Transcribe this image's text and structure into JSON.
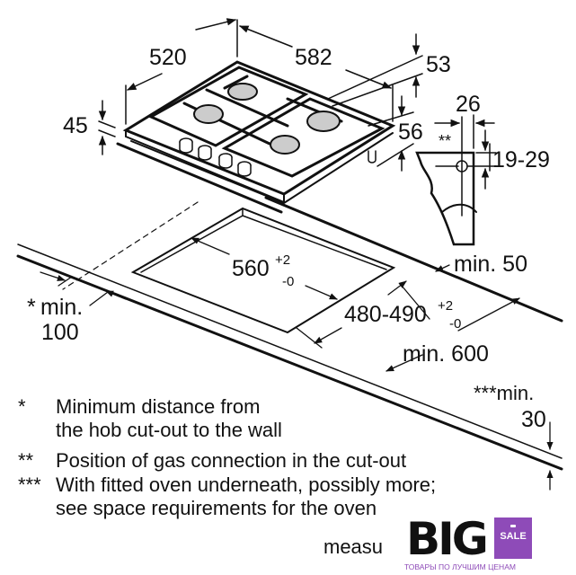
{
  "dimensions": {
    "width_520": "520",
    "depth_582": "582",
    "height_53": "53",
    "height_45": "45",
    "height_56": "56",
    "gas_26": "26",
    "gas_marker": "**",
    "gas_19_29": "19-29",
    "cutout_width": "560",
    "cutout_width_tol_plus": "+2",
    "cutout_width_tol_minus": "-0",
    "cutout_depth": "480-490",
    "cutout_depth_tol_plus": "+2",
    "cutout_depth_tol_minus": "-0",
    "min_50": "min. 50",
    "min_600": "min. 600",
    "min_100_prefix": "*",
    "min_100_line1": "min.",
    "min_100_line2": "100",
    "min_30_line1": "***min.",
    "min_30_line2": "30"
  },
  "notes": [
    {
      "marker": "*",
      "line1": "Minimum distance from",
      "line2": "the hob cut-out to the wall"
    },
    {
      "marker": "**",
      "line1": "Position of gas connection in the cut-out"
    },
    {
      "marker": "***",
      "line1": "With fitted oven underneath, possibly more;",
      "line2": "see space requirements for the oven"
    },
    {
      "marker": "",
      "line1": "measu"
    }
  ],
  "watermark": {
    "brand": "BIG",
    "badge": "SALE",
    "tagline": "ТОВАРЫ ПО ЛУЧШИМ ЦЕНАМ",
    "badge_color": "#8e4bb8"
  }
}
